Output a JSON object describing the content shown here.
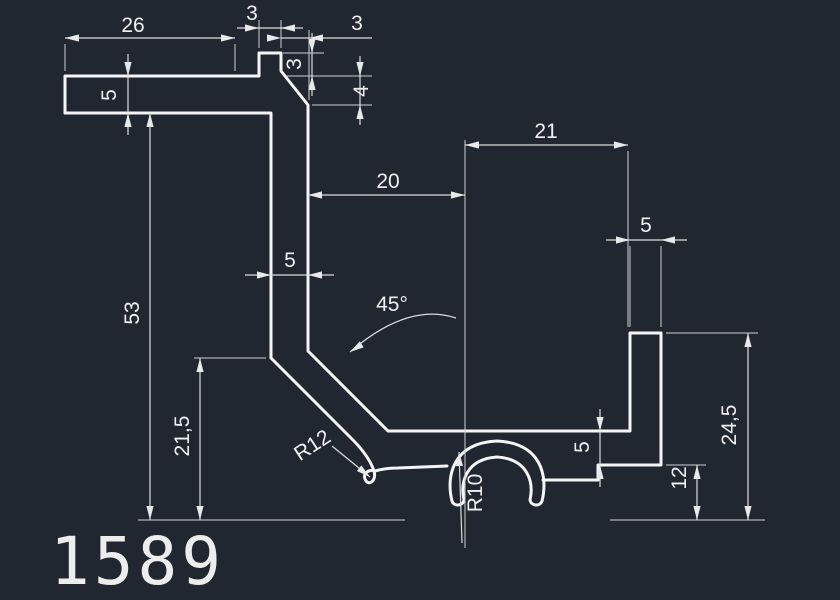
{
  "drawing": {
    "part_number": "1589",
    "background_color": "#212731",
    "line_color": "#f5f5f5",
    "dimensions": {
      "top_width": "26",
      "tab_width": "3",
      "tab_offset": "3",
      "tab_height": "3",
      "slope_drop": "4",
      "right_span": "21",
      "left_span": "20",
      "right_arm_width": "5",
      "web_width": "5",
      "left_arm_thickness": "5",
      "angle": "45°",
      "total_height": "53",
      "chamfer_height": "21,5",
      "hook_radius": "R12",
      "boss_radius": "R10",
      "bottom_thickness": "5",
      "right_height_inner": "12",
      "right_height_outer": "24,5"
    }
  }
}
